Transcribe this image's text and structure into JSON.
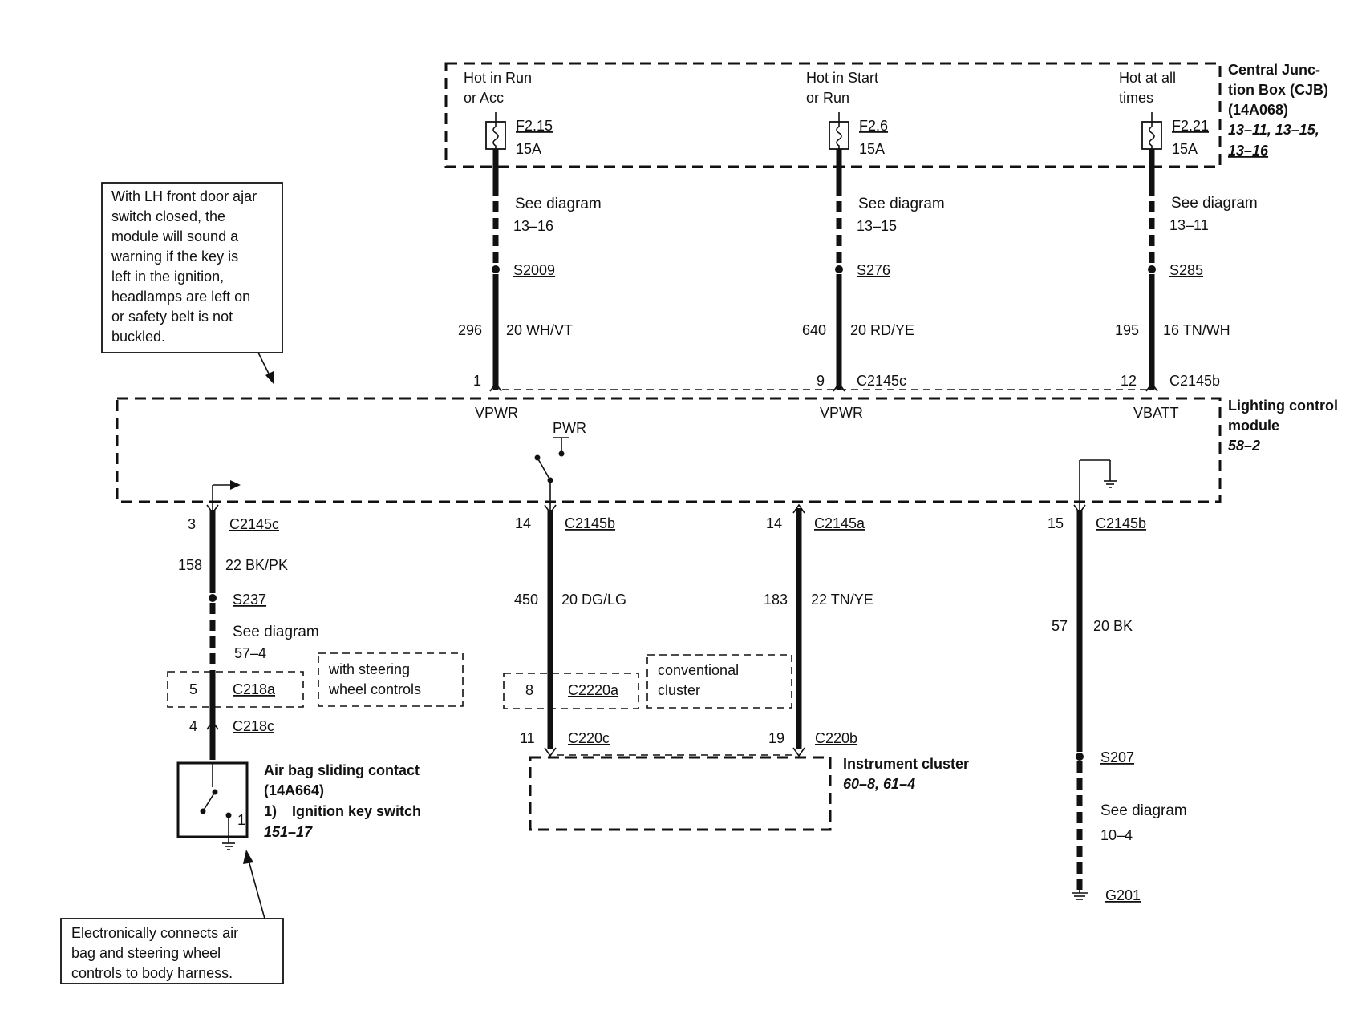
{
  "cjb": {
    "title1": "Central Junc-",
    "title2": "tion Box (CJB)",
    "part": "(14A068)",
    "ref1": "13–11, 13–15,",
    "ref2": "13–16"
  },
  "fuses": [
    {
      "state1": "Hot in Run",
      "state2": "or Acc",
      "name": "F2.15",
      "amps": "15A",
      "see": "See diagram",
      "see_ref": "13–16",
      "splice": "S2009",
      "circuit": "296",
      "wire": "20 WH/VT",
      "pin": "1",
      "connector": "",
      "label": "VPWR"
    },
    {
      "state1": "Hot in Start",
      "state2": "or Run",
      "name": "F2.6",
      "amps": "15A",
      "see": "See diagram",
      "see_ref": "13–15",
      "splice": "S276",
      "circuit": "640",
      "wire": "20 RD/YE",
      "pin": "9",
      "connector": "C2145c",
      "label": "VPWR"
    },
    {
      "state1": "Hot at all",
      "state2": "times",
      "name": "F2.21",
      "amps": "15A",
      "see": "See diagram",
      "see_ref": "13–11",
      "splice": "S285",
      "circuit": "195",
      "wire": "16 TN/WH",
      "pin": "12",
      "connector": "C2145b",
      "label": "VBATT"
    }
  ],
  "lcm": {
    "title1": "Lighting control",
    "title2": "module",
    "ref": "58–2",
    "pwr": "PWR"
  },
  "note_door": [
    "With LH front door ajar",
    "switch closed, the",
    "module will sound a",
    "warning if the key is",
    "left in the ignition,",
    "headlamps are left on",
    "or safety belt is not",
    "buckled."
  ],
  "note_airbag": [
    "Electronically connects air",
    "bag and steering wheel",
    "controls to body harness."
  ],
  "bottom": {
    "w1": {
      "pin": "3",
      "connector": "C2145c",
      "circuit": "158",
      "wire": "22 BK/PK",
      "splice": "S237",
      "see": "See diagram",
      "see_ref": "57–4",
      "opt_pin": "5",
      "opt_conn": "C218a",
      "opt_note1": "with steering",
      "opt_note2": "wheel controls",
      "end_pin": "4",
      "end_conn": "C218c"
    },
    "w2": {
      "pin": "14",
      "connector": "C2145b",
      "circuit": "450",
      "wire": "20 DG/LG",
      "opt_pin": "8",
      "opt_conn": "C2220a",
      "opt_note1": "conventional",
      "opt_note2": "cluster",
      "end_pin": "11",
      "end_conn": "C220c"
    },
    "w3": {
      "pin": "14",
      "connector": "C2145a",
      "circuit": "183",
      "wire": "22 TN/YE",
      "end_pin": "19",
      "end_conn": "C220b"
    },
    "w4": {
      "pin": "15",
      "connector": "C2145b",
      "circuit": "57",
      "wire": "20 BK",
      "splice": "S207",
      "see": "See diagram",
      "see_ref": "10–4",
      "ground": "G201"
    }
  },
  "airbag": {
    "title1": "Air bag sliding contact",
    "title2": "(14A664)",
    "item_num": "1)",
    "item": "Ignition key switch",
    "ref": "151–17",
    "pin": "1"
  },
  "cluster": {
    "title": "Instrument cluster",
    "ref": "60–8, 61–4"
  }
}
